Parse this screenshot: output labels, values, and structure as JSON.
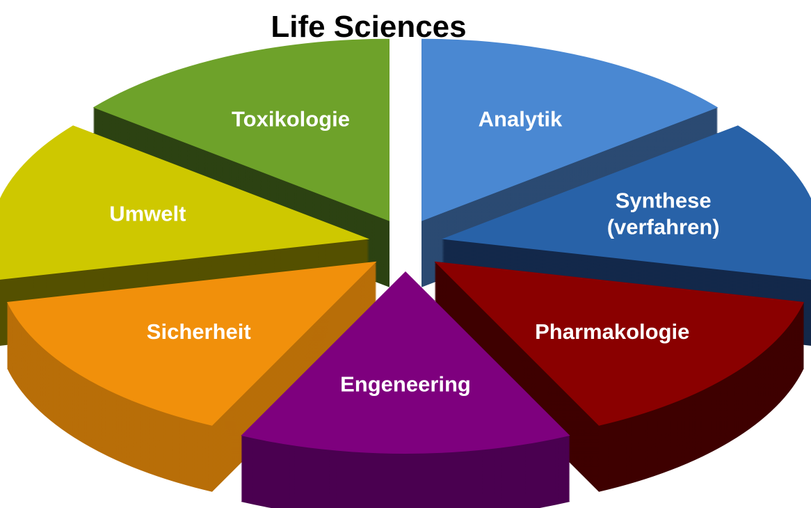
{
  "chart_data": {
    "type": "pie",
    "title": "Life Sciences",
    "style": "3d-exploded",
    "categories": [
      "Analytik",
      "Synthese (verfahren)",
      "Pharmakologie",
      "Engeneering",
      "Sicherheit",
      "Umwelt",
      "Toxikologie"
    ],
    "label_lines": [
      [
        "Analytik"
      ],
      [
        "Synthese",
        "(verfahren)"
      ],
      [
        "Pharmakologie"
      ],
      [
        "Engeneering"
      ],
      [
        "Sicherheit"
      ],
      [
        "Umwelt"
      ],
      [
        "Toxikologie"
      ]
    ],
    "values": [
      1,
      1,
      1,
      1,
      1,
      1,
      1
    ],
    "colors": [
      "#4a88d2",
      "#2862a8",
      "#8a0000",
      "#7e007e",
      "#f1900b",
      "#cec800",
      "#6ea22a"
    ],
    "side_colors": [
      "#2b4a72",
      "#13284a",
      "#3e0000",
      "#4a0050",
      "#b86e08",
      "#545000",
      "#2c4212"
    ],
    "legend": "none"
  }
}
